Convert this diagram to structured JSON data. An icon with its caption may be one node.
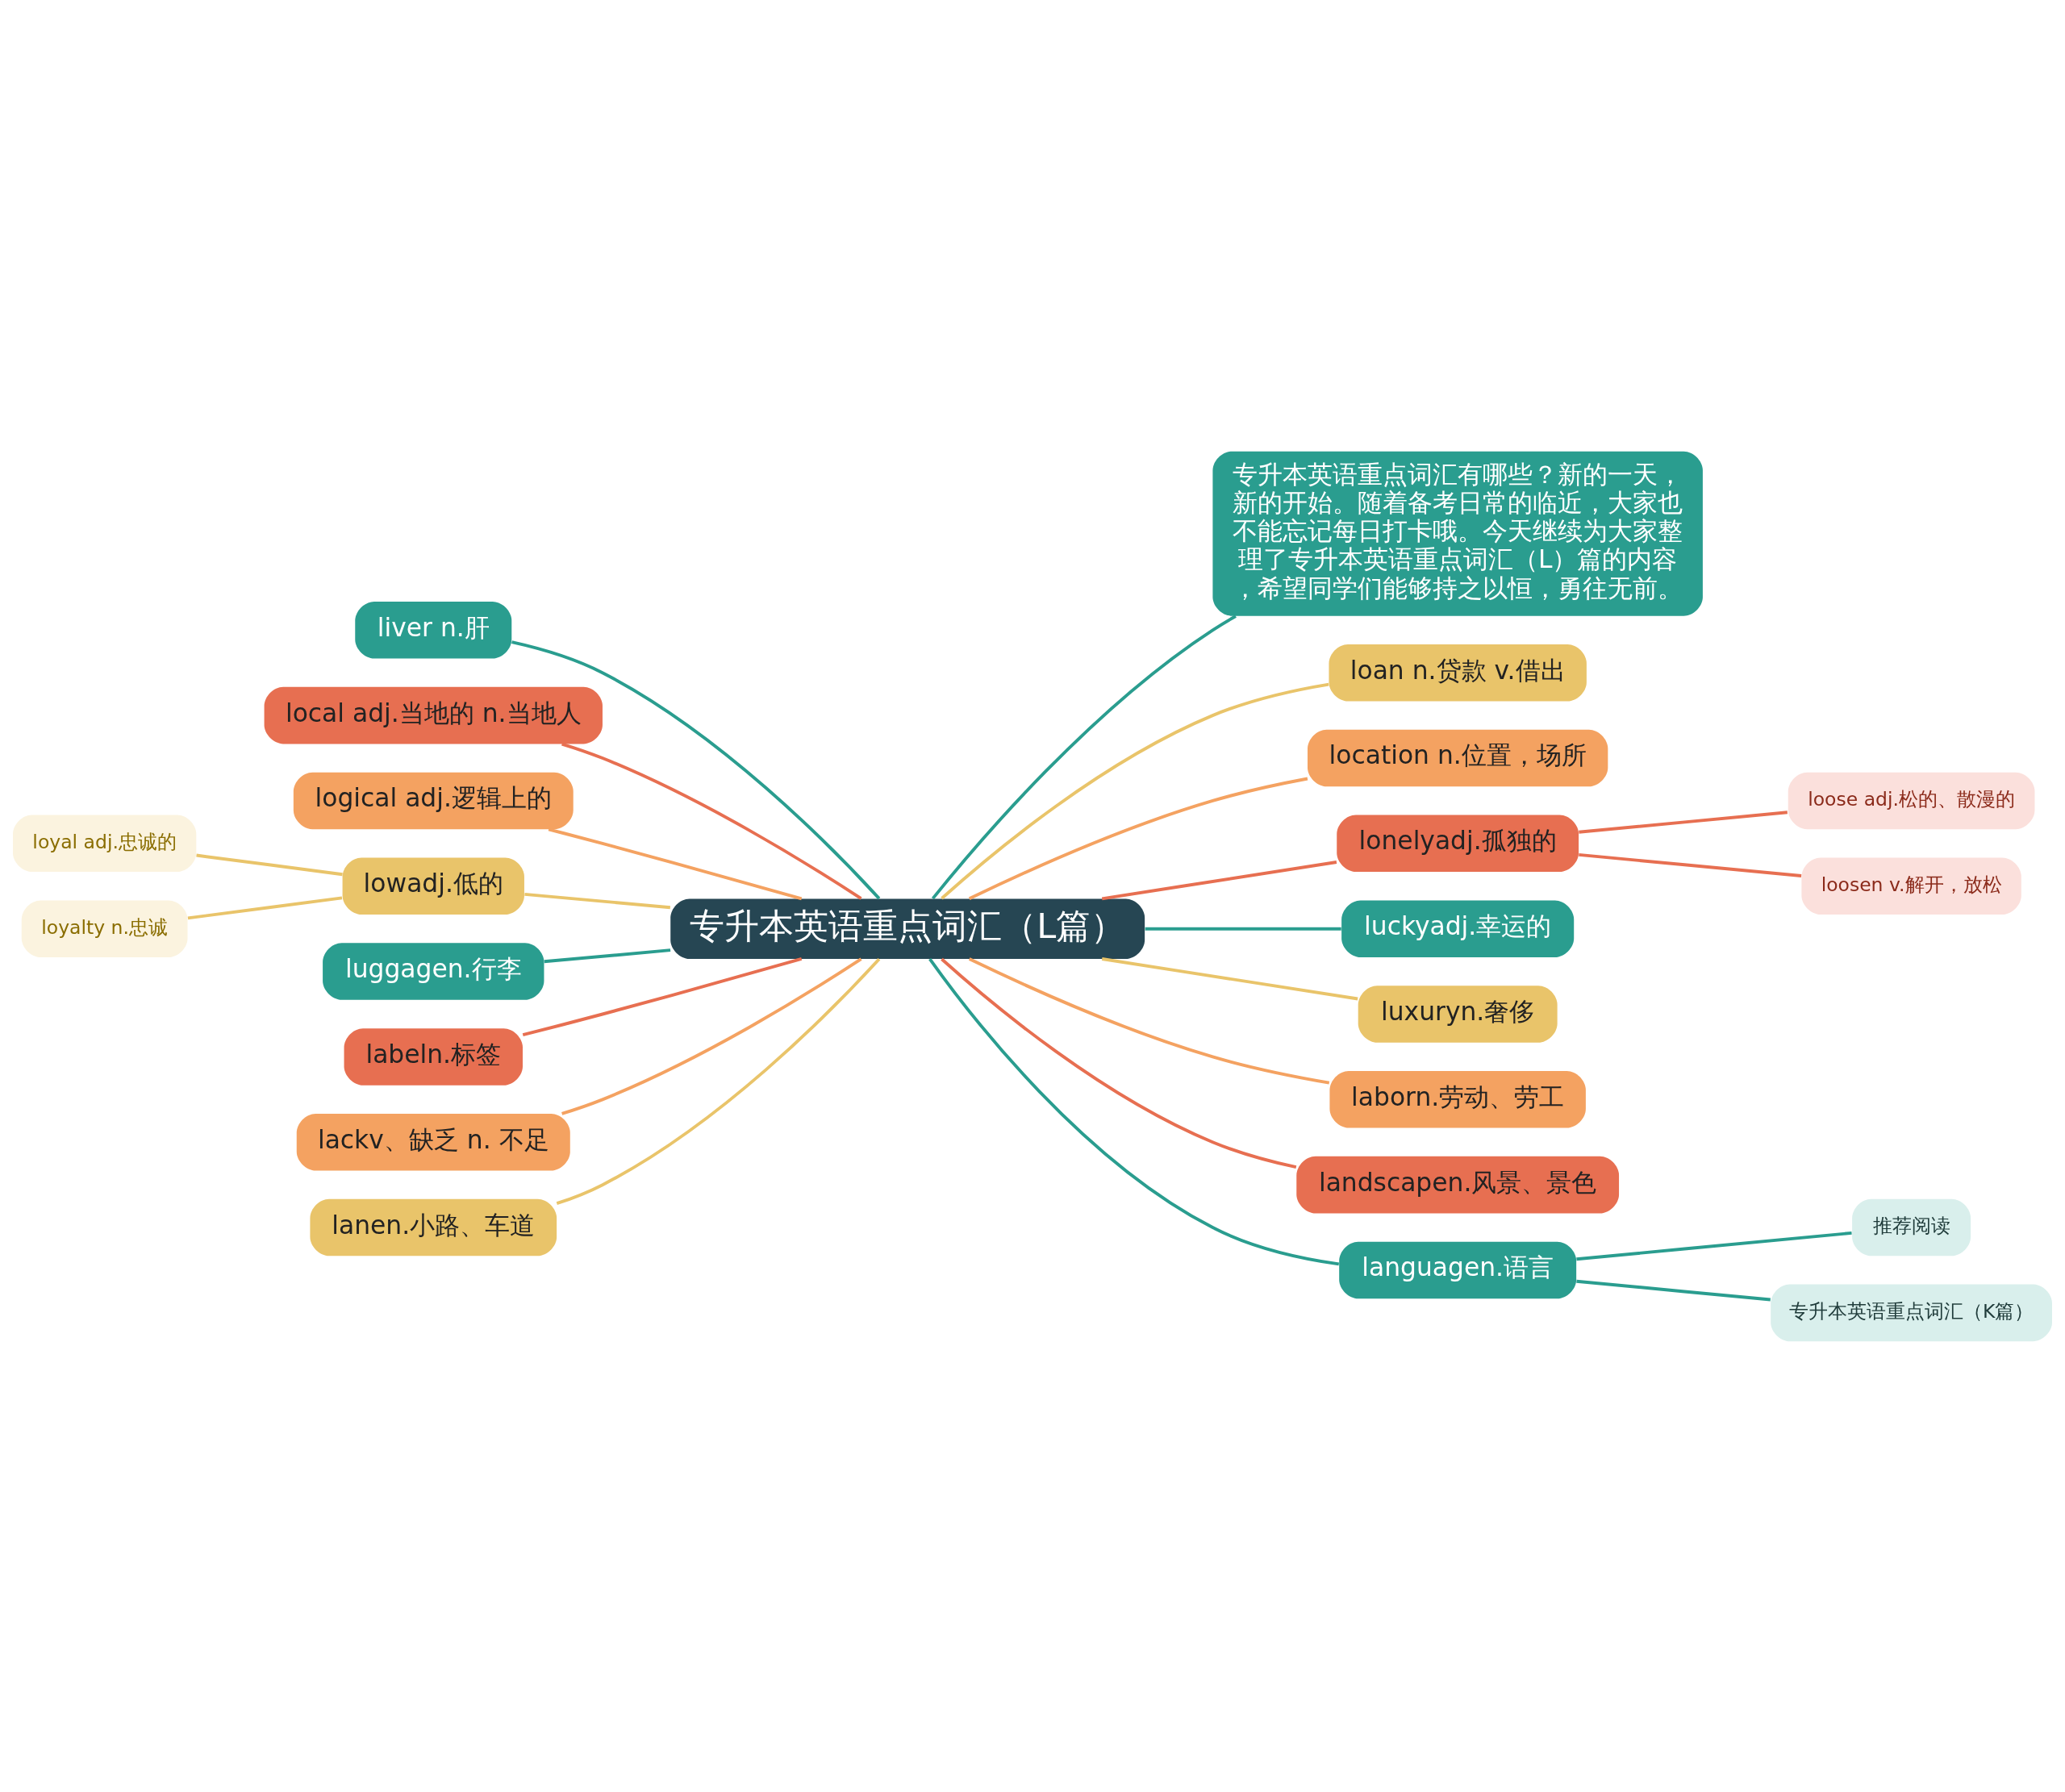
{
  "diagram": {
    "nodes": [
      {
        "text": [
          "专升本英语重点词汇（L篇）"
        ]
      },
      {
        "text": [
          "liver n.肝"
        ]
      },
      {
        "text": [
          "local adj.当地的 n.当地人"
        ]
      },
      {
        "text": [
          "logical adj.逻辑上的"
        ]
      },
      {
        "text": [
          "lowadj.低的"
        ]
      },
      {
        "text": [
          "loyal adj.忠诚的"
        ]
      },
      {
        "text": [
          "loyalty n.忠诚"
        ]
      },
      {
        "text": [
          "luggagen.行李"
        ]
      },
      {
        "text": [
          "labeln.标签"
        ]
      },
      {
        "text": [
          "lackv、缺乏 n. 不足"
        ]
      },
      {
        "text": [
          "lanen.小路、车道"
        ]
      },
      {
        "text": [
          "专升本英语重点词汇有哪些？新的一天，新的开始。随着备考日常的临近，大家也不能忘记每日打卡哦。今天继续为大家整理了专升本英语重点词汇（L）篇的内容，希望同学们能够持之以恒，勇往无前。"
        ]
      },
      {
        "text": [
          "loan n.贷款 v.借出"
        ]
      },
      {
        "text": [
          "location n.位置，场所"
        ]
      },
      {
        "text": [
          "lonelyadj.孤独的"
        ]
      },
      {
        "text": [
          "loose adj.松的、散漫的"
        ]
      },
      {
        "text": [
          "loosen v.解开，放松"
        ]
      },
      {
        "text": [
          "luckyadj.幸运的"
        ]
      },
      {
        "text": [
          "luxuryn.奢侈"
        ]
      },
      {
        "text": [
          "laborn.劳动、劳工"
        ]
      },
      {
        "text": [
          "landscapen.风景、景色"
        ]
      },
      {
        "text": [
          "languagen.语言"
        ]
      },
      {
        "text": [
          "推荐阅读"
        ]
      },
      {
        "text": [
          "专升本英语重点词汇（K篇）"
        ]
      }
    ],
    "edges": [
      {
        "from": 0,
        "to": 1,
        "arrow": "none"
      },
      {
        "from": 0,
        "to": 2,
        "arrow": "none",
        "color": "#e76f51"
      },
      {
        "from": 0,
        "to": 3,
        "arrow": "none",
        "color": "#f4a261"
      },
      {
        "from": 0,
        "to": 4,
        "arrow": "none",
        "color": "#e9c46a"
      },
      {
        "from": 4,
        "to": 5,
        "arrow": "none",
        "color": "#e9c46a"
      },
      {
        "from": 4,
        "to": 6,
        "arrow": "none",
        "color": "#e9c46a"
      },
      {
        "from": 0,
        "to": 7,
        "arrow": "none"
      },
      {
        "from": 0,
        "to": 8,
        "arrow": "none",
        "color": "#e76f51"
      },
      {
        "from": 0,
        "to": 9,
        "arrow": "none",
        "color": "#f4a261"
      },
      {
        "from": 0,
        "to": 10,
        "arrow": "none",
        "color": "#e9c46a"
      },
      {
        "from": 0,
        "to": 11,
        "arrow": "none"
      },
      {
        "from": 0,
        "to": 12,
        "arrow": "none",
        "color": "#e9c46a"
      },
      {
        "from": 0,
        "to": 13,
        "arrow": "none",
        "color": "#f4a261"
      },
      {
        "from": 0,
        "to": 14,
        "arrow": "none",
        "color": "#e76f51"
      },
      {
        "from": 14,
        "to": 15,
        "arrow": "none",
        "color": "#e76f51"
      },
      {
        "from": 14,
        "to": 16,
        "arrow": "none",
        "color": "#e76f51"
      },
      {
        "from": 0,
        "to": 17,
        "arrow": "none"
      },
      {
        "from": 0,
        "to": 18,
        "arrow": "none",
        "color": "#e9c46a"
      },
      {
        "from": 0,
        "to": 19,
        "arrow": "none",
        "color": "#f4a261"
      },
      {
        "from": 0,
        "to": 20,
        "arrow": "none",
        "color": "#e76f51"
      },
      {
        "from": 0,
        "to": 21,
        "arrow": "none"
      },
      {
        "from": 21,
        "to": 22,
        "arrow": "none"
      },
      {
        "from": 21,
        "to": 23,
        "arrow": "none"
      }
    ]
  }
}
